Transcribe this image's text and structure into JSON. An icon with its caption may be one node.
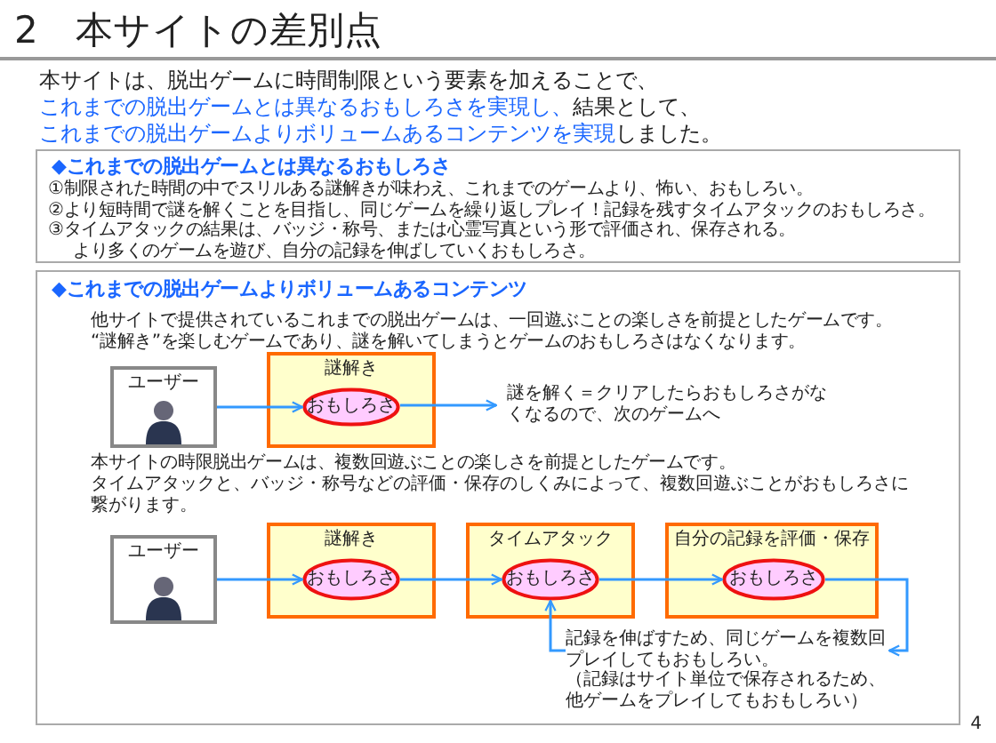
{
  "diagram": {
    "title": "2　本サイトの差別点",
    "nodes": [
      {
        "text": [
          "◆これまでの脱出ゲームとは異なるおもしろさ",
          "①制限された時間の中でスリルある謎解きが味わえ、これまでのゲームより、怖い、おもしろい。",
          "②より短時間で謎を解くことを目指し、同じゲームを繰り返しプレイ！記録を残すタイムアタックのおもしろさ。",
          "③タイムアタックの結果は、バッジ・称号、または心霊写真という形で評価され、保存される。",
          "より多くのゲームを遊び、自分の記録を伸ばしていくおもしろさ。"
        ]
      },
      {
        "text": [
          "◆これまでの脱出ゲームよりボリュームあるコンテンツ",
          "他サイトで提供されているこれまでの脱出ゲームは、一回遊ぶことの楽しさを前提としたゲームです。",
          "“謎解き”を楽しむゲームであり、謎を解いてしまうとゲームのおもしろさはなくなります。",
          "本サイトの時限脱出ゲームは、複数回遊ぶことの楽しさを前提としたゲームです。",
          "タイムアタックと、バッジ・称号などの評価・保存のしくみによって、複数回遊ぶことがおもしろさに繋がります。"
        ]
      },
      {
        "text": [
          "ユーザー"
        ],
        "in": 1
      },
      {
        "text": [
          "謎解き"
        ],
        "in": 1
      },
      {
        "text": [
          "おもしろさ"
        ],
        "in": 3
      },
      {
        "text": [
          "謎を解く＝クリアしたらおもしろさがなくなるので、次のゲームへ"
        ],
        "in": 1
      },
      {
        "text": [
          "ユーザー"
        ],
        "in": 1
      },
      {
        "text": [
          "謎解き"
        ],
        "in": 1
      },
      {
        "text": [
          "おもしろさ"
        ],
        "in": 7
      },
      {
        "text": [
          "タイムアタック"
        ],
        "in": 1
      },
      {
        "text": [
          "おもしろさ"
        ],
        "in": 9
      },
      {
        "text": [
          "自分の記録を評価・保存"
        ],
        "in": 1
      },
      {
        "text": [
          "おもしろさ"
        ],
        "in": 11
      },
      {
        "text": [
          "記録を伸ばすため、同じゲームを複数回プレイしてもおもしろい。",
          "（記録はサイト単位で保存されるため、他ゲームをプレイしてもおもしろい）"
        ],
        "in": 1
      }
    ],
    "edges": [
      {
        "from": 2,
        "to": 4,
        "arrow": "to"
      },
      {
        "from": 4,
        "to": 5,
        "arrow": "to"
      },
      {
        "from": 6,
        "to": 8,
        "arrow": "to"
      },
      {
        "from": 8,
        "to": 10,
        "arrow": "to"
      },
      {
        "from": 10,
        "to": 12,
        "arrow": "to"
      },
      {
        "from": 12,
        "to": 13,
        "arrow": "to"
      },
      {
        "from": 13,
        "to": 10,
        "arrow": "to"
      }
    ],
    "labels": [
      "本サイトは、脱出ゲームに時間制限という要素を加えることで、",
      "**これまでの脱出ゲームとは異なるおもしろさを実現し、**結果として、",
      "**これまでの脱出ゲームよりボリュームあるコンテンツを実現**しました。",
      "4"
    ]
  }
}
